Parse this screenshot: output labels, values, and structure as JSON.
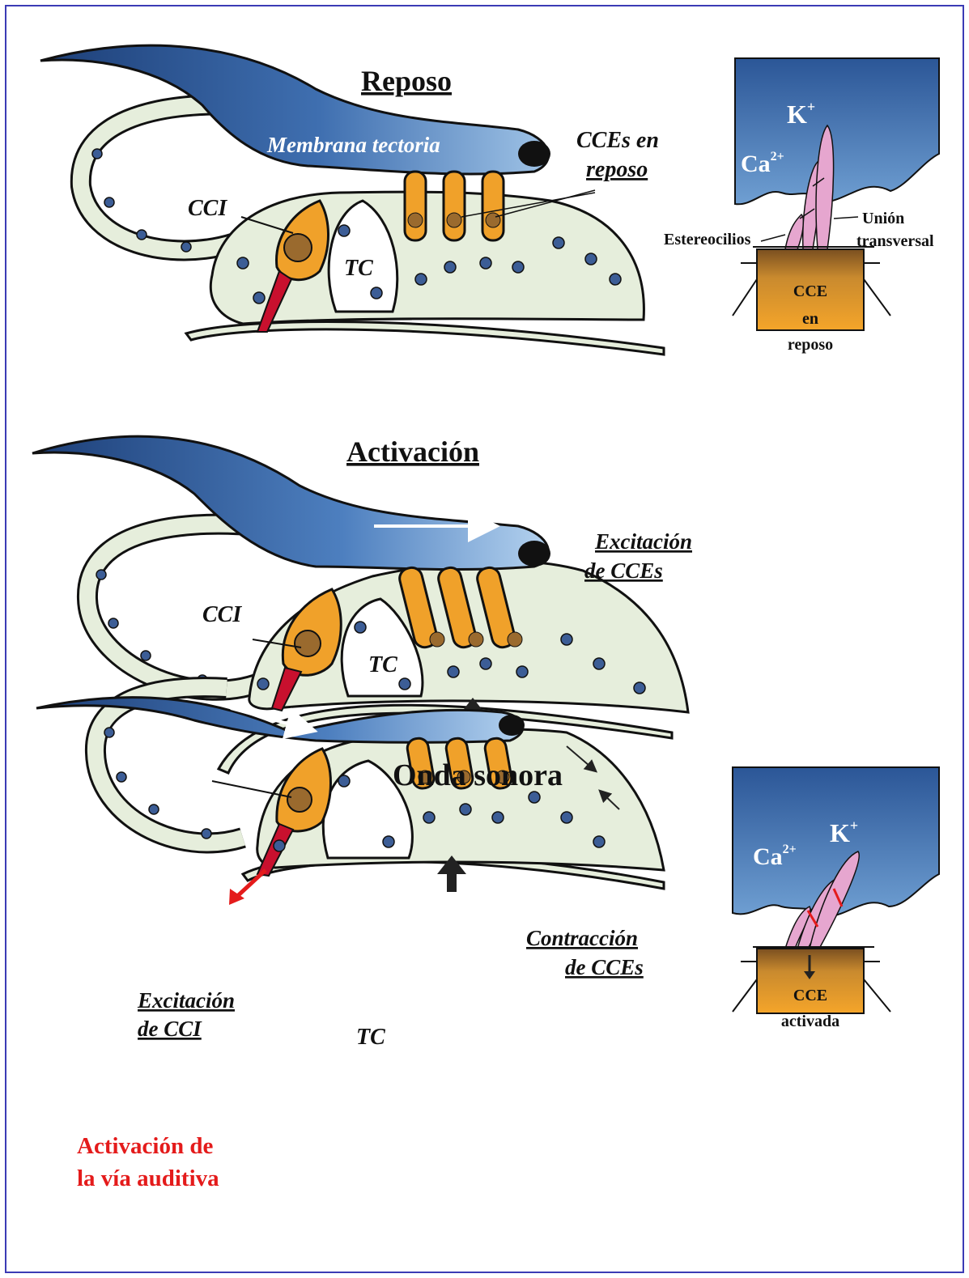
{
  "panel_rest": {
    "title": "Reposo",
    "tectorial": "Membrana tectoria",
    "cci": "CCI",
    "tc": "TC",
    "cces_line1": "CCEs en",
    "cces_line2": "reposo"
  },
  "panel_activation": {
    "title": "Activación",
    "cci": "CCI",
    "tc": "TC",
    "excitation_line1": "Excitación",
    "excitation_line2": "de CCEs",
    "sound_wave": "Onda sonora"
  },
  "panel_contraction": {
    "contraction_line1": "Contracción",
    "contraction_line2": "de CCEs",
    "excitation_cci_line1": "Excitación",
    "excitation_cci_line2": "de CCI",
    "tc": "TC",
    "pathway_line1": "Activación de",
    "pathway_line2": "la vía auditiva"
  },
  "inset_rest": {
    "k": "K",
    "k_sup": "+",
    "ca": "Ca",
    "ca_sup": "2+",
    "stereocilia": "Estereocilios",
    "tip_link_line1": "Unión",
    "tip_link_line2": "transversal",
    "cell_line1": "CCE",
    "cell_line2": "en",
    "cell_line3": "reposo"
  },
  "inset_active": {
    "k": "K",
    "k_sup": "+",
    "ca": "Ca",
    "ca_sup": "2+",
    "cell_line1": "CCE",
    "cell_line2": "activada"
  },
  "colors": {
    "border": "#3b3bb5",
    "tectorial_dark": "#1d3f78",
    "tectorial_light": "#9fc3e6",
    "tissue": "#e6eedc",
    "hair_cell": "#f0a12a",
    "nucleus": "#9a6a2e",
    "support_nucleus": "#3c5d96",
    "nerve": "#c8102e",
    "stereocilia": "#e6a6cf",
    "pathway_text": "#e41b1b"
  }
}
